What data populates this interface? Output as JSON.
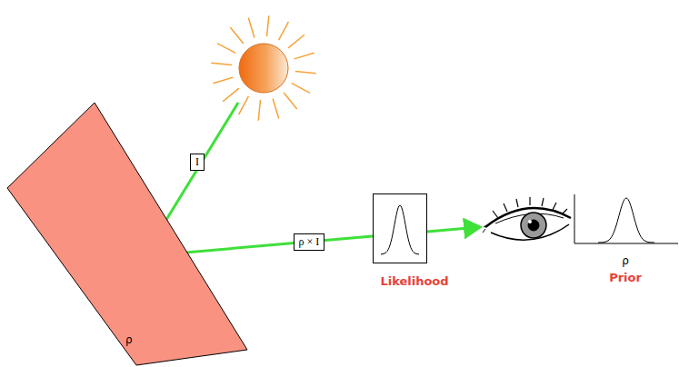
{
  "diagram": {
    "nodes": [
      {
        "text": [
          "ρ"
        ]
      },
      {
        "text": [
          "Likelihood"
        ]
      },
      {
        "text": [
          "ρ",
          "Prior"
        ]
      }
    ],
    "edges": [
      {
        "from": 0,
        "to": 1,
        "label": "ρ × I",
        "arrow": "none"
      }
    ],
    "labels": [
      "I"
    ]
  }
}
